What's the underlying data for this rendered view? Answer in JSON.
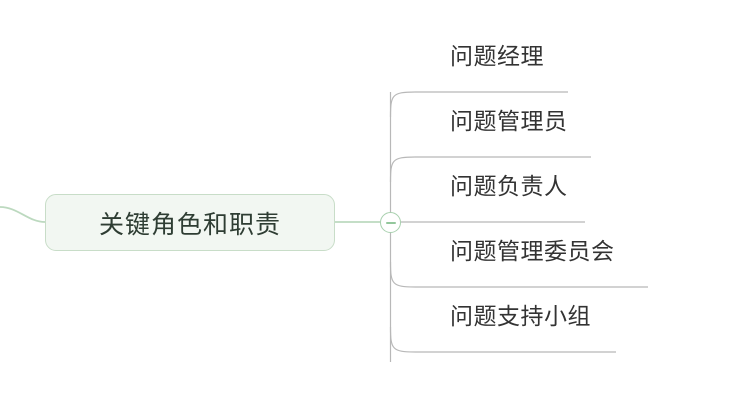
{
  "diagram": {
    "type": "mindmap",
    "orientation": "left-to-right",
    "background_color": "#ffffff",
    "root": {
      "label": "关键角色和职责",
      "fill_color": "#f2f7f2",
      "border_color": "#c8ddc8",
      "text_color": "#2e3d33"
    },
    "toggle": {
      "name": "collapse-toggle",
      "state": "expanded",
      "glyph": "minus-icon",
      "ring_color": "#a8d0ae",
      "minus_color": "#93c79c"
    },
    "edge_color_parent": "#bcd9bf",
    "edge_color_children": "#b8b8b8",
    "children": [
      {
        "label": "问题经理"
      },
      {
        "label": "问题管理员"
      },
      {
        "label": "问题负责人"
      },
      {
        "label": "问题管理委员会"
      },
      {
        "label": "问题支持小组"
      }
    ]
  }
}
